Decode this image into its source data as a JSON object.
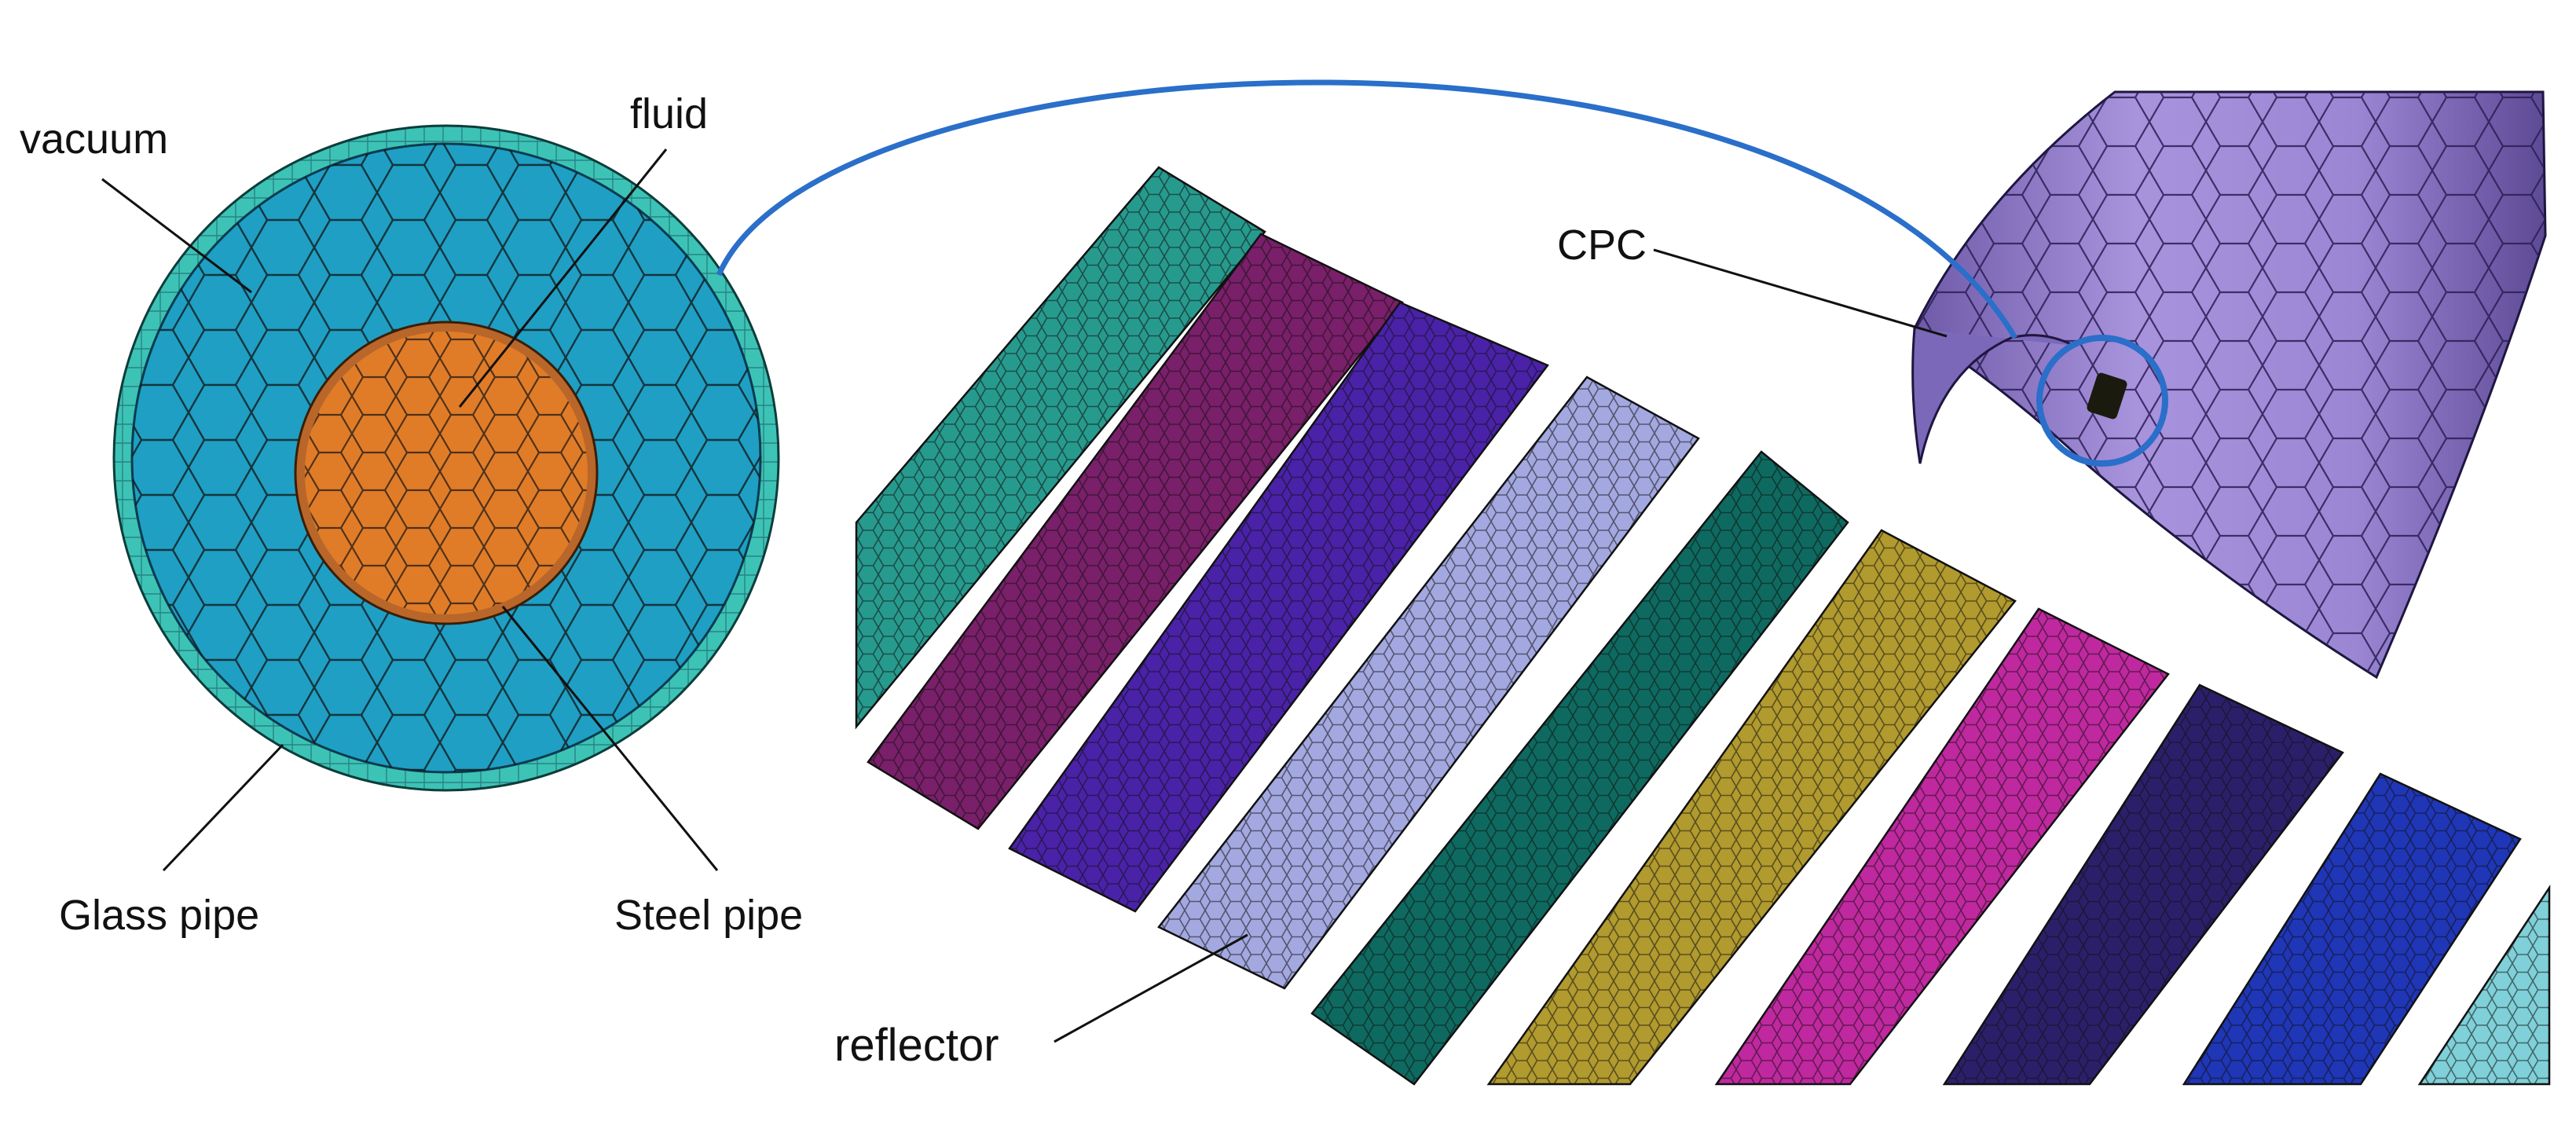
{
  "labels": {
    "vacuum": "vacuum",
    "fluid": "fluid",
    "glass_pipe": "Glass pipe",
    "steel_pipe": "Steel pipe",
    "cpc": "CPC",
    "reflector": "reflector"
  },
  "colors": {
    "glass_pipe": "#3cc3b6",
    "vacuum": "#1f9fc4",
    "steel_pipe": "#b9662a",
    "fluid": "#e07c28",
    "cpc": "#9a83d1",
    "callout": "#2a6fc9",
    "mesh_line": "#1a1a1a",
    "reflector_strips": [
      "#279a8e",
      "#7a1f6a",
      "#4a22a8",
      "#a3a8e0",
      "#0e6a60",
      "#b19a2e",
      "#c0289f",
      "#2c1f6a",
      "#1f36b7",
      "#7fd0d8"
    ]
  },
  "icons": {
    "callout_circle": "magnifier-circle-icon",
    "receiver_tube": "receiver-tube-icon"
  }
}
